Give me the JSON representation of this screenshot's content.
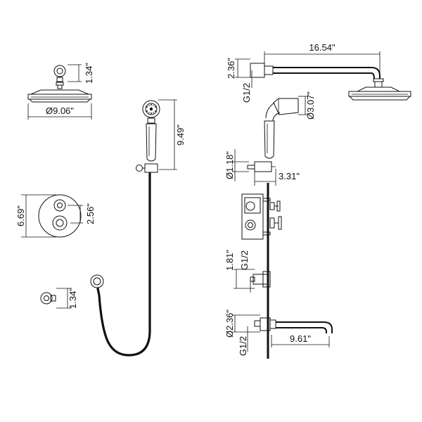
{
  "colors": {
    "line": "#111111",
    "background": "#ffffff"
  },
  "labels": {
    "head_flange_height": "1.34\"",
    "head_diameter": "Ø9.06\"",
    "handheld_length": "9.49\"",
    "valve_height": "6.69\"",
    "valve_handle_spacing": "2.56\"",
    "outlet_height": "1.34\"",
    "arm_length": "16.54\"",
    "arm_height": "2.36\"",
    "arm_thread": "G1/2",
    "handheld_diameter": "Ø3.07\"",
    "bracket_diameter": "Ø1.18\"",
    "bracket_depth": "3.31\"",
    "elbow_height": "1.81\"",
    "elbow_thread": "G1/2",
    "spout_diameter": "Ø2.36\"",
    "spout_thread": "G1/2",
    "spout_length": "9.61\""
  }
}
